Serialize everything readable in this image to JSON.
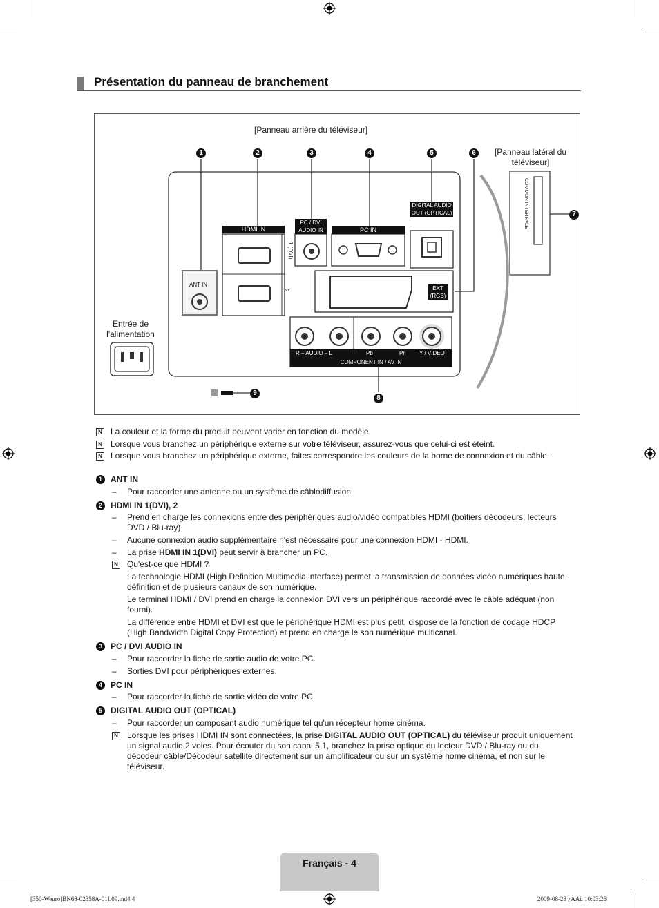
{
  "section_title": "Présentation du panneau de branchement",
  "diagram": {
    "rear_caption": "[Panneau arrière du téléviseur]",
    "side_caption": "[Panneau latéral du téléviseur]",
    "power_caption": "Entrée de l'alimentation",
    "callouts": [
      "1",
      "2",
      "3",
      "4",
      "5",
      "6",
      "7",
      "8",
      "9"
    ],
    "ports": {
      "ant_in": "ANT IN",
      "hdmi_in": "HDMI IN",
      "hdmi_1": "1 (DVI)",
      "hdmi_2": "2",
      "pc_dvi_audio": "PC / DVI AUDIO IN",
      "pc_in": "PC IN",
      "digital_audio": "DIGITAL AUDIO OUT (OPTICAL)",
      "ext_rgb": "EXT (RGB)",
      "audio_row": "R – AUDIO – L",
      "pb": "Pb",
      "pr": "Pr",
      "video": "Y / VIDEO",
      "component": "COMPONENT IN / AV IN",
      "common_interface": "COMMON INTERFACE"
    },
    "colors": {
      "frame": "#555555",
      "panel_border": "#333333",
      "ink": "#111111",
      "note_gray": "#c8c8c8"
    }
  },
  "notes": [
    "La couleur et la forme du produit peuvent varier en fonction du modèle.",
    "Lorsque vous branchez un périphérique externe sur votre téléviseur, assurez-vous que celui-ci est éteint.",
    "Lorsque vous branchez un périphérique externe, faites correspondre les couleurs de la borne de connexion et du câble."
  ],
  "items": [
    {
      "num": "1",
      "title": "ANT IN",
      "lines": [
        "Pour raccorder une antenne ou un système de câblodiffusion."
      ]
    },
    {
      "num": "2",
      "title": "HDMI IN 1(DVI), 2",
      "lines": [
        "Prend en charge les connexions entre des périphériques audio/vidéo compatibles HDMI (boîtiers décodeurs, lecteurs",
        "DVD / Blu-ray)",
        "Aucune connexion audio supplémentaire n'est nécessaire pour une connexion HDMI - HDMI.",
        "La prise",
        "HDMI IN 1(DVI)",
        "peut servir à brancher un PC.",
        "Qu'est-ce que HDMI ?",
        "La technologie HDMI (High Definition Multimedia interface) permet la transmission de données vidéo numériques haute",
        "définition et de plusieurs canaux de son numérique.",
        "Le terminal HDMI / DVI prend en charge la connexion DVI vers un périphérique raccordé avec le câble adéquat (non",
        "fourni).",
        "La différence entre HDMI et DVI est que le périphérique HDMI est plus petit, dispose de la fonction de codage HDCP",
        "(High Bandwidth Digital Copy Protection) et prend en charge le son numérique multicanal."
      ]
    },
    {
      "num": "3",
      "title": "PC / DVI AUDIO IN",
      "lines": [
        "Pour raccorder la fiche de sortie audio de votre PC.",
        "Sorties DVI pour périphériques externes."
      ]
    },
    {
      "num": "4",
      "title": "PC IN",
      "lines": [
        "Pour raccorder la fiche de sortie vidéo de votre PC."
      ]
    },
    {
      "num": "5",
      "title": "DIGITAL AUDIO OUT (OPTICAL)",
      "lines": [
        "Pour raccorder un composant audio numérique tel qu'un récepteur home cinéma.",
        "Lorsque les prises HDMI IN sont connectées, la prise",
        "DIGITAL AUDIO OUT (OPTICAL)",
        "du téléviseur produit uniquement",
        "un signal audio 2 voies. Pour écouter du son canal 5,1, branchez la prise optique du lecteur DVD / Blu-ray ou du",
        "décodeur câble/Décodeur satellite directement sur un amplificateur ou sur un système home cinéma, et non sur le",
        "téléviseur."
      ]
    }
  ],
  "footer": {
    "page_label": "Français - 4"
  },
  "slug": {
    "left": "[350-Weuro]BN68-02358A-01L09.ind4   4",
    "right": "2009-08-28   ¿ÀÀü 10:03:26"
  }
}
